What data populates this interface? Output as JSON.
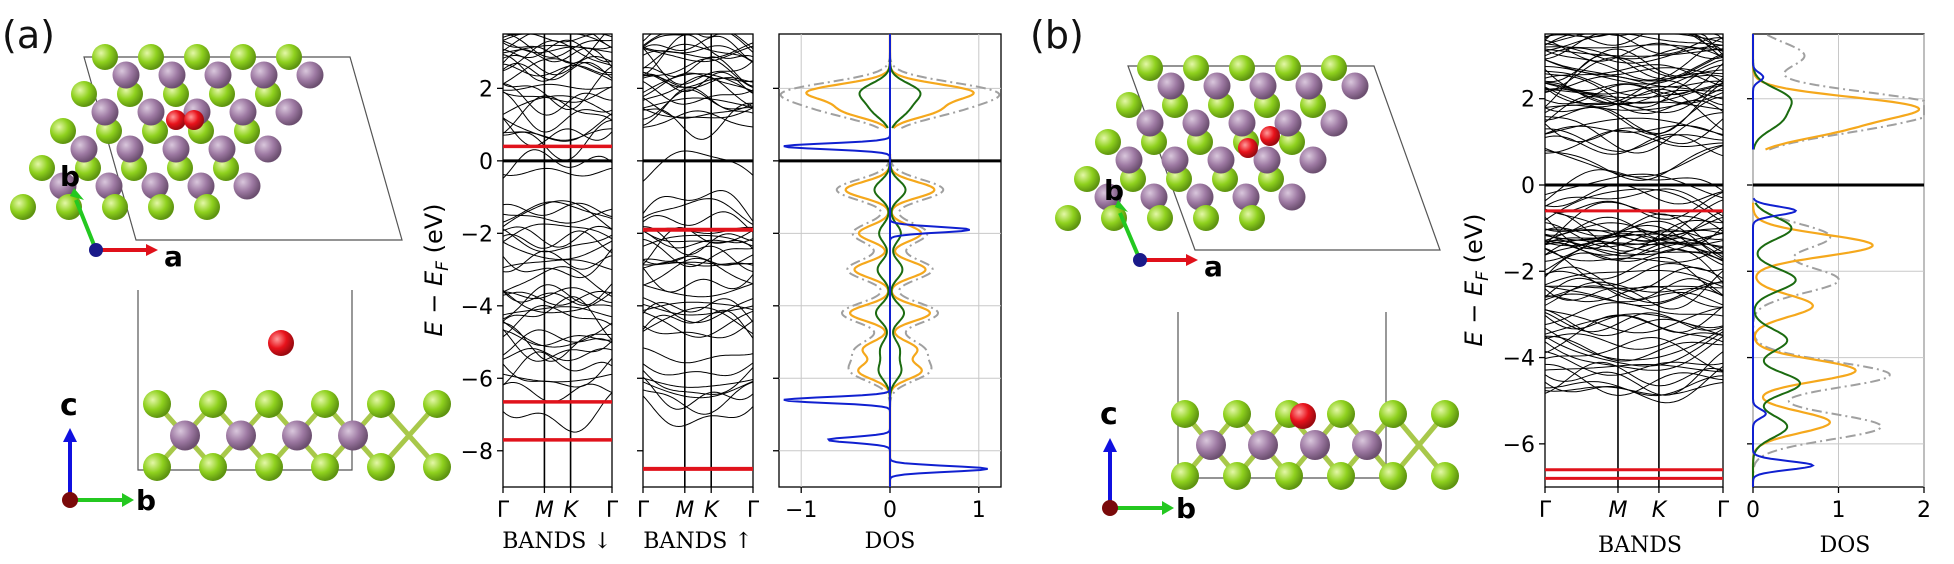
{
  "panel_labels": [
    "(a)",
    "(b)"
  ],
  "colors": {
    "mo_atom": "#9e7aa3",
    "s_atom": "#8fd11e",
    "o_atom": "#e8121b",
    "band_line": "#000000",
    "defect_band": "#e0121b",
    "dos_blue": "#1020d0",
    "dos_orange": "#f5a81c",
    "dos_green": "#1b6b10",
    "dos_gray": "#a0a0a0",
    "grid": "#c8c8c8",
    "axis_a": "#e0101a",
    "axis_b": "#24c820",
    "axis_c": "#1010e0"
  },
  "structure_axes": {
    "a_top": [
      "b",
      "a"
    ],
    "a_side": [
      "c",
      "b"
    ],
    "b_top": [
      "b",
      "a"
    ],
    "b_side": [
      "c",
      "b"
    ]
  },
  "chart_data": [
    {
      "type": "line",
      "panel": "(a)",
      "xlabel": "BANDS ↓",
      "ylabel": "E − E_F (eV)",
      "ylim": [
        -9.0,
        3.5
      ],
      "yticks": [
        2,
        0,
        -2,
        -4,
        -6,
        -8
      ],
      "xticks": [
        "Γ",
        "M",
        "K",
        "Γ"
      ],
      "defect_bands": [
        0.4,
        -6.65,
        -7.7
      ],
      "grid": false
    },
    {
      "type": "line",
      "panel": "(a)",
      "xlabel": "BANDS ↑",
      "ylim": [
        -9.0,
        3.5
      ],
      "xticks": [
        "Γ",
        "M",
        "K",
        "Γ"
      ],
      "defect_bands": [
        -1.9,
        -8.5
      ],
      "grid": false
    },
    {
      "type": "line",
      "panel": "(a)",
      "xlabel": "DOS",
      "xlim": [
        -1.25,
        1.25
      ],
      "xticks": [
        "−1",
        "0",
        "1"
      ],
      "ylim": [
        -9.0,
        3.5
      ],
      "grid": true,
      "peaks": {
        "blue_down": [
          0.4,
          -6.6,
          -7.7
        ],
        "blue_up": [
          -1.9,
          -8.5
        ]
      }
    },
    {
      "type": "line",
      "panel": "(b)",
      "xlabel": "BANDS",
      "ylabel": "E − E_F (eV)",
      "ylim": [
        -7.0,
        3.5
      ],
      "yticks": [
        2,
        0,
        -2,
        -4,
        -6
      ],
      "xticks": [
        "Γ",
        "M",
        "K",
        "Γ"
      ],
      "defect_bands": [
        -0.6,
        -6.6,
        -6.8
      ],
      "grid": false
    },
    {
      "type": "line",
      "panel": "(b)",
      "xlabel": "DOS",
      "xlim": [
        0,
        2
      ],
      "xticks": [
        "0",
        "1",
        "2"
      ],
      "ylim": [
        -7.0,
        3.5
      ],
      "grid": true,
      "peaks": {
        "orange": [
          1.8,
          -1.4,
          -4.3,
          -5.5
        ],
        "blue": [
          -0.6,
          -6.5
        ]
      }
    }
  ]
}
